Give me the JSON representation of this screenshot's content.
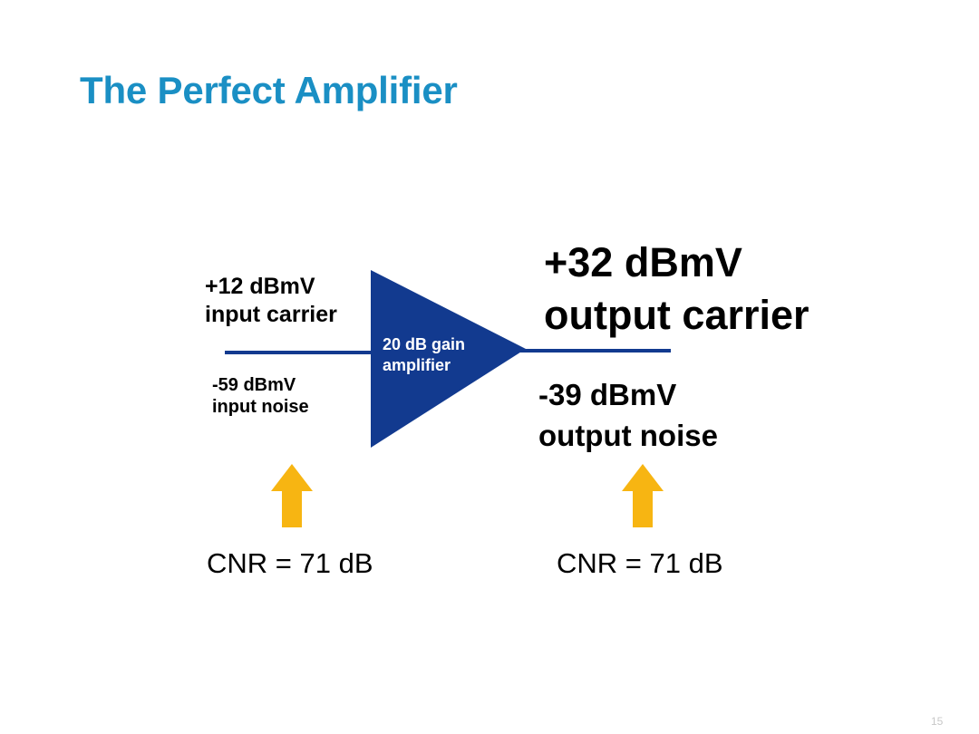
{
  "slide": {
    "title": "The Perfect Amplifier",
    "page_number": "15"
  },
  "diagram": {
    "input": {
      "carrier_level": "+12 dBmV",
      "carrier_label": "input carrier",
      "noise_level": "-59 dBmV",
      "noise_label": "input noise"
    },
    "amplifier": {
      "label_line1": "20 dB gain",
      "label_line2": "amplifier",
      "color": "#123a8f"
    },
    "output": {
      "carrier_level": "+32 dBmV",
      "carrier_label": "output carrier",
      "noise_level": "-39 dBmV",
      "noise_label": "output noise"
    },
    "cnr_left": "CNR = 71 dB",
    "cnr_right": "CNR = 71 dB",
    "arrow_color": "#f7b512",
    "line_color": "#123a8f"
  }
}
